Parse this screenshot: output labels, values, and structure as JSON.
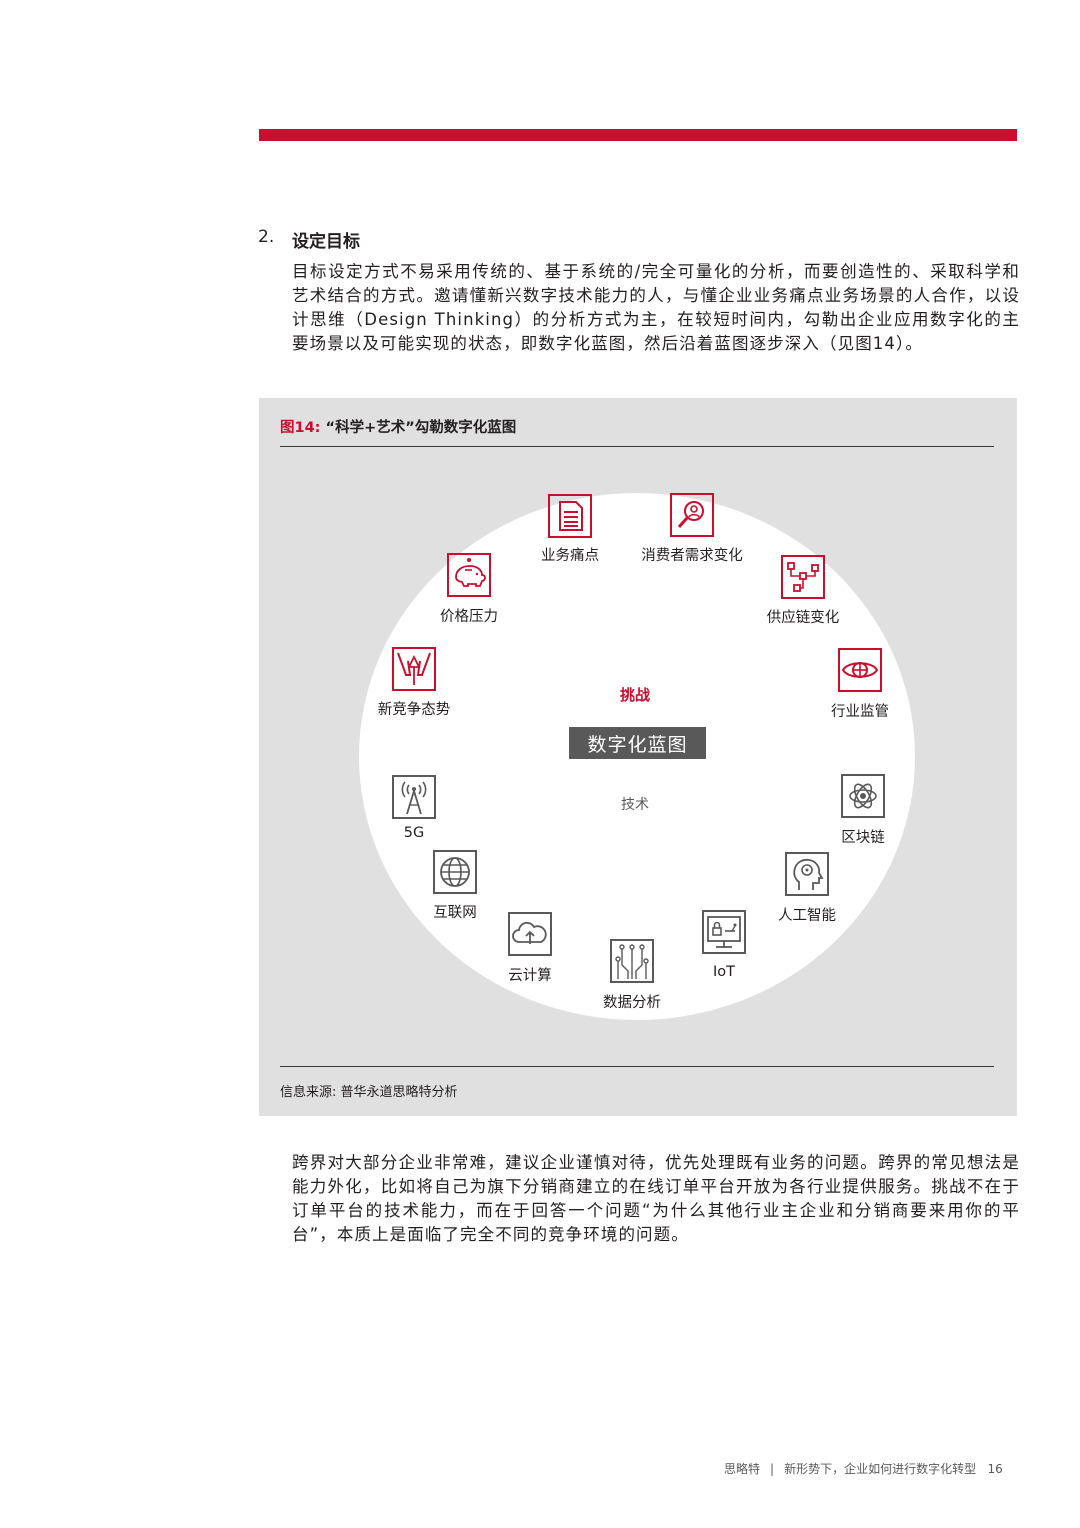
{
  "section": {
    "number": "2.",
    "title": "设定目标",
    "paragraph": "目标设定方式不易采用传统的、基于系统的/完全可量化的分析，而要创造性的、采取科学和艺术结合的方式。邀请懂新兴数字技术能力的人，与懂企业业务痛点业务场景的人合作，以设计思维（Design Thinking）的分析方式为主，在较短时间内，勾勒出企业应用数字化的主要场景以及可能实现的状态，即数字化蓝图，然后沿着蓝图逐步深入（见图14）。"
  },
  "figure": {
    "number": "图14:",
    "title": "“科学+艺术”勾勒数字化蓝图",
    "center_label": "数字化蓝图",
    "challenge_label": "挑战",
    "tech_label": "技术",
    "source": "信息来源: 普华永道思略特分析",
    "challenges": [
      {
        "label": "业务痛点",
        "icon": "document-icon"
      },
      {
        "label": "消费者需求变化",
        "icon": "consumer-search-icon"
      },
      {
        "label": "供应链变化",
        "icon": "supply-chain-icon"
      },
      {
        "label": "行业监管",
        "icon": "eye-icon"
      },
      {
        "label": "新竞争态势",
        "icon": "competition-icon"
      },
      {
        "label": "价格压力",
        "icon": "piggy-bank-icon"
      }
    ],
    "technologies": [
      {
        "label": "区块链",
        "icon": "blockchain-icon"
      },
      {
        "label": "人工智能",
        "icon": "ai-head-icon"
      },
      {
        "label": "IoT",
        "icon": "iot-icon"
      },
      {
        "label": "数据分析",
        "icon": "circuit-icon"
      },
      {
        "label": "云计算",
        "icon": "cloud-icon"
      },
      {
        "label": "互联网",
        "icon": "globe-icon"
      },
      {
        "label": "5G",
        "icon": "antenna-icon"
      }
    ],
    "colors": {
      "accent": "#c8102e",
      "tech": "#595959",
      "panel": "#e0e0e1"
    }
  },
  "paragraph2": "跨界对大部分企业非常难，建议企业谨慎对待，优先处理既有业务的问题。跨界的常见想法是能力外化，比如将自己为旗下分销商建立的在线订单平台开放为各行业提供服务。挑战不在于订单平台的技术能力，而在于回答一个问题“为什么其他行业主企业和分销商要来用你的平台”，本质上是面临了完全不同的竞争环境的问题。",
  "footer": {
    "brand": "思略特",
    "separator": "|",
    "doc_title": "新形势下，企业如何进行数字化转型",
    "page": "16"
  }
}
